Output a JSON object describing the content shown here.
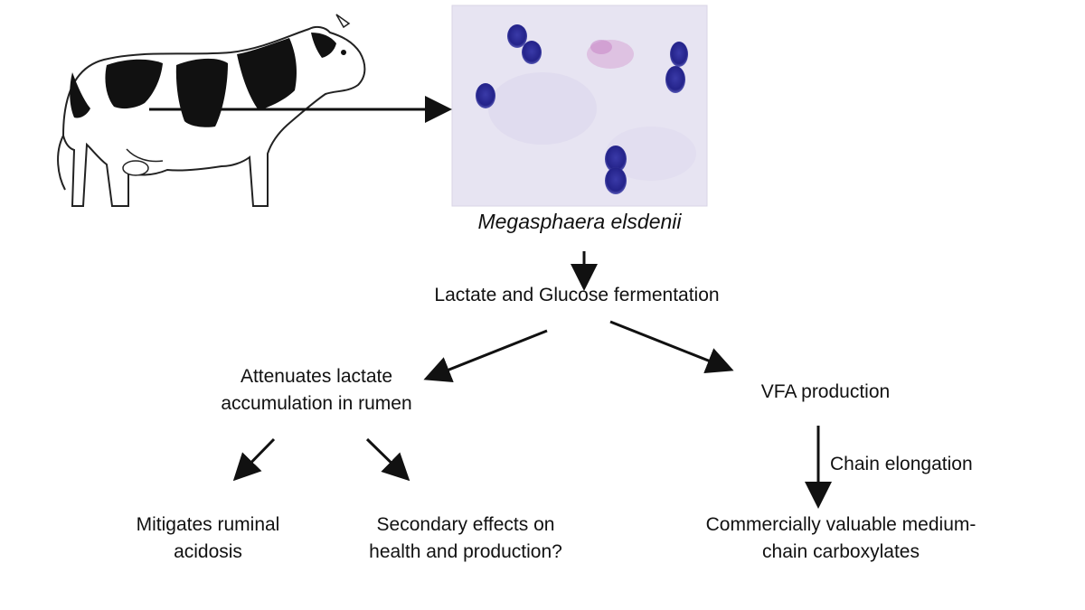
{
  "organism_name": "Megasphaera elsdenii",
  "node_fermentation": "Lactate and Glucose fermentation",
  "node_attenuates_line1": "Attenuates lactate",
  "node_attenuates_line2": "accumulation in rumen",
  "node_vfa": "VFA production",
  "edge_chain_elongation": "Chain elongation",
  "node_acidosis_line1": "Mitigates ruminal",
  "node_acidosis_line2": "acidosis",
  "node_secondary_line1": "Secondary effects on",
  "node_secondary_line2": "health and production?",
  "node_carboxylates_line1": "Commercially valuable medium-",
  "node_carboxylates_line2": "chain carboxylates"
}
